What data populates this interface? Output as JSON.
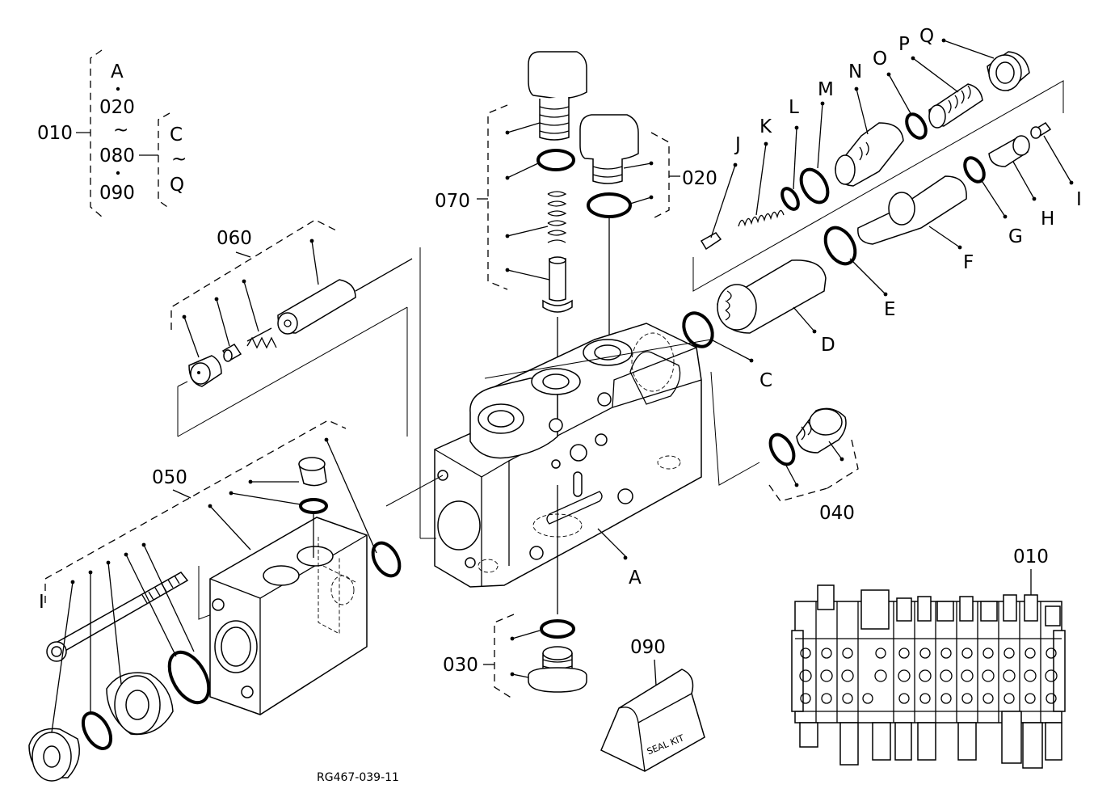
{
  "figure_code": "RG467-039-11",
  "bracket_labels": {
    "assembly": "010",
    "top": "A",
    "range_start": "020",
    "tilde_1": "~",
    "range_mid": "080",
    "range_end": "090",
    "sub_start": "C",
    "tilde_2": "~",
    "sub_end": "Q"
  },
  "group_labels": {
    "g020": "020",
    "g030": "030",
    "g040": "040",
    "g050": "050",
    "g060": "060",
    "g070": "070",
    "g090": "090",
    "g010_inset": "010"
  },
  "letter_labels": {
    "A": "A",
    "C": "C",
    "D": "D",
    "E": "E",
    "F": "F",
    "G": "G",
    "H": "H",
    "I_right": "I",
    "I_left": "I",
    "J": "J",
    "K": "K",
    "L": "L",
    "M": "M",
    "N": "N",
    "O": "O",
    "P": "P",
    "Q": "Q"
  },
  "seal_kit_text": "SEAL KIT"
}
